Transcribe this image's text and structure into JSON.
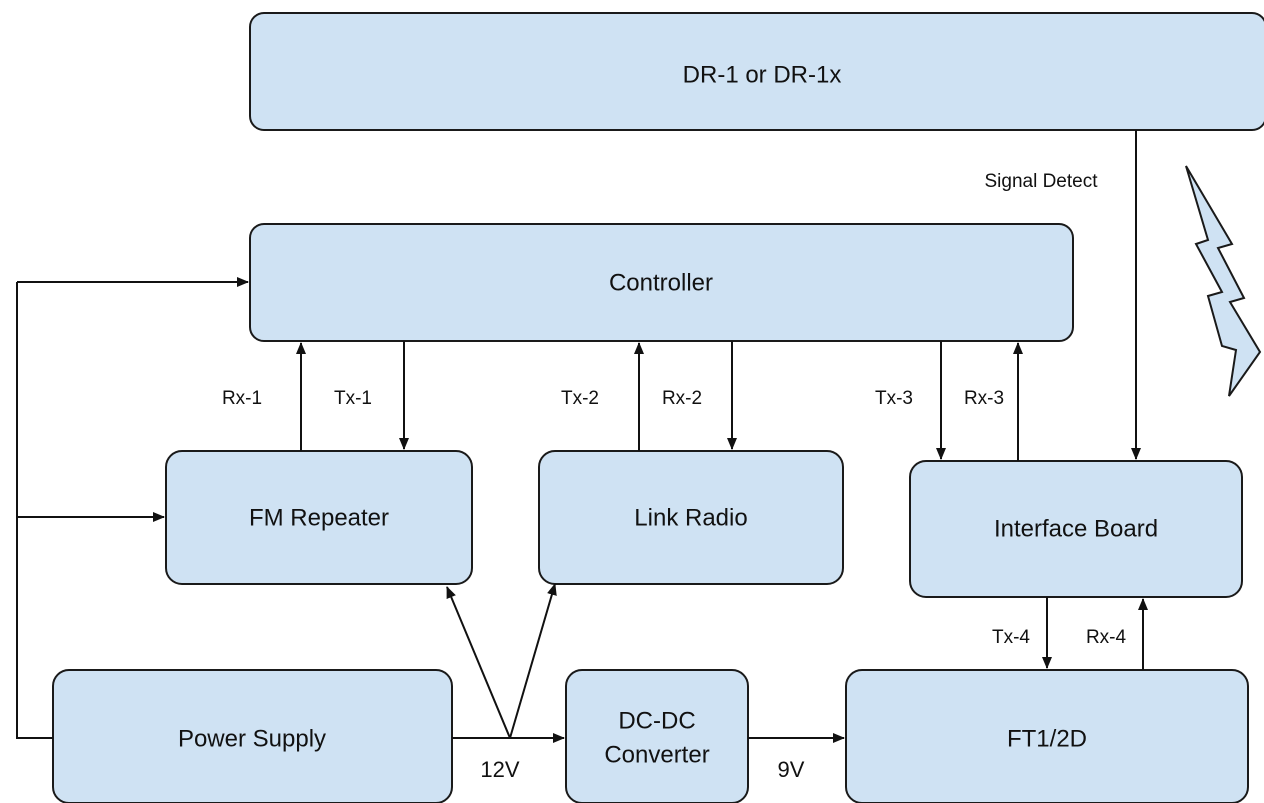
{
  "nodes": {
    "dr1": "DR-1 or DR-1x",
    "controller": "Controller",
    "fm_repeater": "FM Repeater",
    "link_radio": "Link Radio",
    "interface_board": "Interface Board",
    "power_supply": "Power Supply",
    "dcdc_line1": "DC-DC",
    "dcdc_line2": "Converter",
    "ft12d": "FT1/2D"
  },
  "edges": {
    "signal_detect": "Signal Detect",
    "rx1": "Rx-1",
    "tx1": "Tx-1",
    "tx2": "Tx-2",
    "rx2": "Rx-2",
    "tx3": "Tx-3",
    "rx3": "Rx-3",
    "tx4": "Tx-4",
    "rx4": "Rx-4",
    "v12": "12V",
    "v9": "9V"
  },
  "colors": {
    "box_fill": "#cfe2f3",
    "stroke": "#1a1a1a"
  },
  "icons": {
    "lightning": "lightning-bolt-icon"
  }
}
